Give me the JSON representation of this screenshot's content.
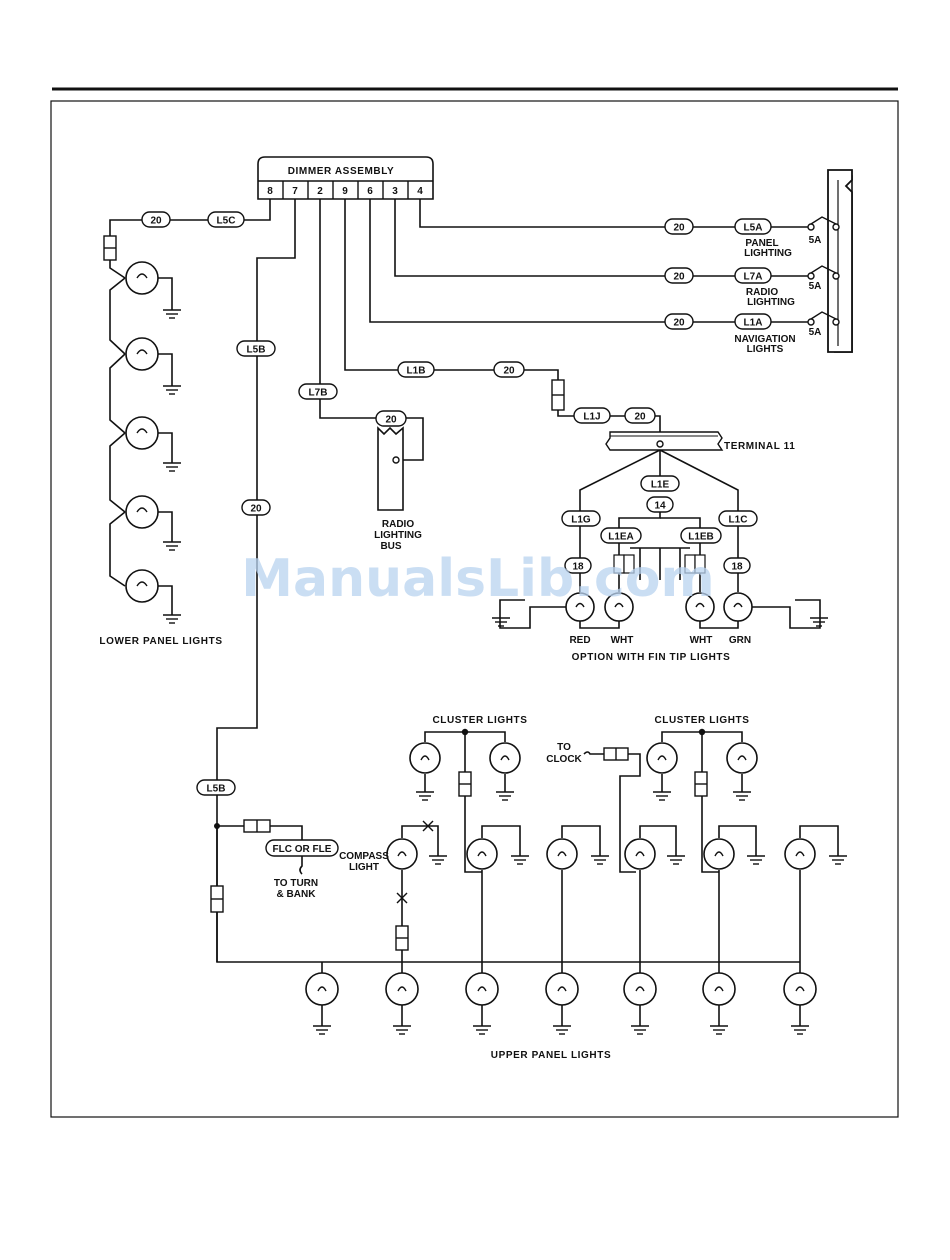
{
  "dimmer": {
    "title": "DIMMER ASSEMBLY",
    "terminals": [
      "8",
      "7",
      "2",
      "9",
      "6",
      "3",
      "4"
    ]
  },
  "tags": {
    "l5c": "L5C",
    "l5a": "L5A",
    "l7a": "L7A",
    "l1a": "L1A",
    "l5b": "L5B",
    "l7b": "L7B",
    "l1b": "L1B",
    "l1j": "L1J",
    "l1e": "L1E",
    "l1g": "L1G",
    "l1c": "L1C",
    "l1ea": "L1EA",
    "l1eb": "L1EB",
    "flc_or_fle": "FLC OR FLE"
  },
  "gauges": {
    "g20": "20",
    "g18": "18",
    "g14": "14"
  },
  "fuse_rating": "5A",
  "labels": {
    "panel_lighting": [
      "PANEL",
      "LIGHTING"
    ],
    "radio_lighting": [
      "RADIO",
      "LIGHTING"
    ],
    "navigation_lights": [
      "NAVIGATION",
      "LIGHTS"
    ],
    "terminal_11": "TERMINAL 11",
    "radio_lighting_bus": [
      "RADIO",
      "LIGHTING",
      "BUS"
    ],
    "lower_panel_lights": "LOWER PANEL LIGHTS",
    "red": "RED",
    "wht": "WHT",
    "grn": "GRN",
    "fin_tip_option": "OPTION WITH FIN TIP LIGHTS",
    "cluster_lights": "CLUSTER LIGHTS",
    "to_clock": [
      "TO",
      "CLOCK"
    ],
    "compass_light": [
      "COMPASS",
      "LIGHT"
    ],
    "to_turn_bank": [
      "TO TURN",
      "& BANK"
    ],
    "upper_panel_lights": "UPPER PANEL LIGHTS"
  },
  "watermark": "ManualsLib.com"
}
